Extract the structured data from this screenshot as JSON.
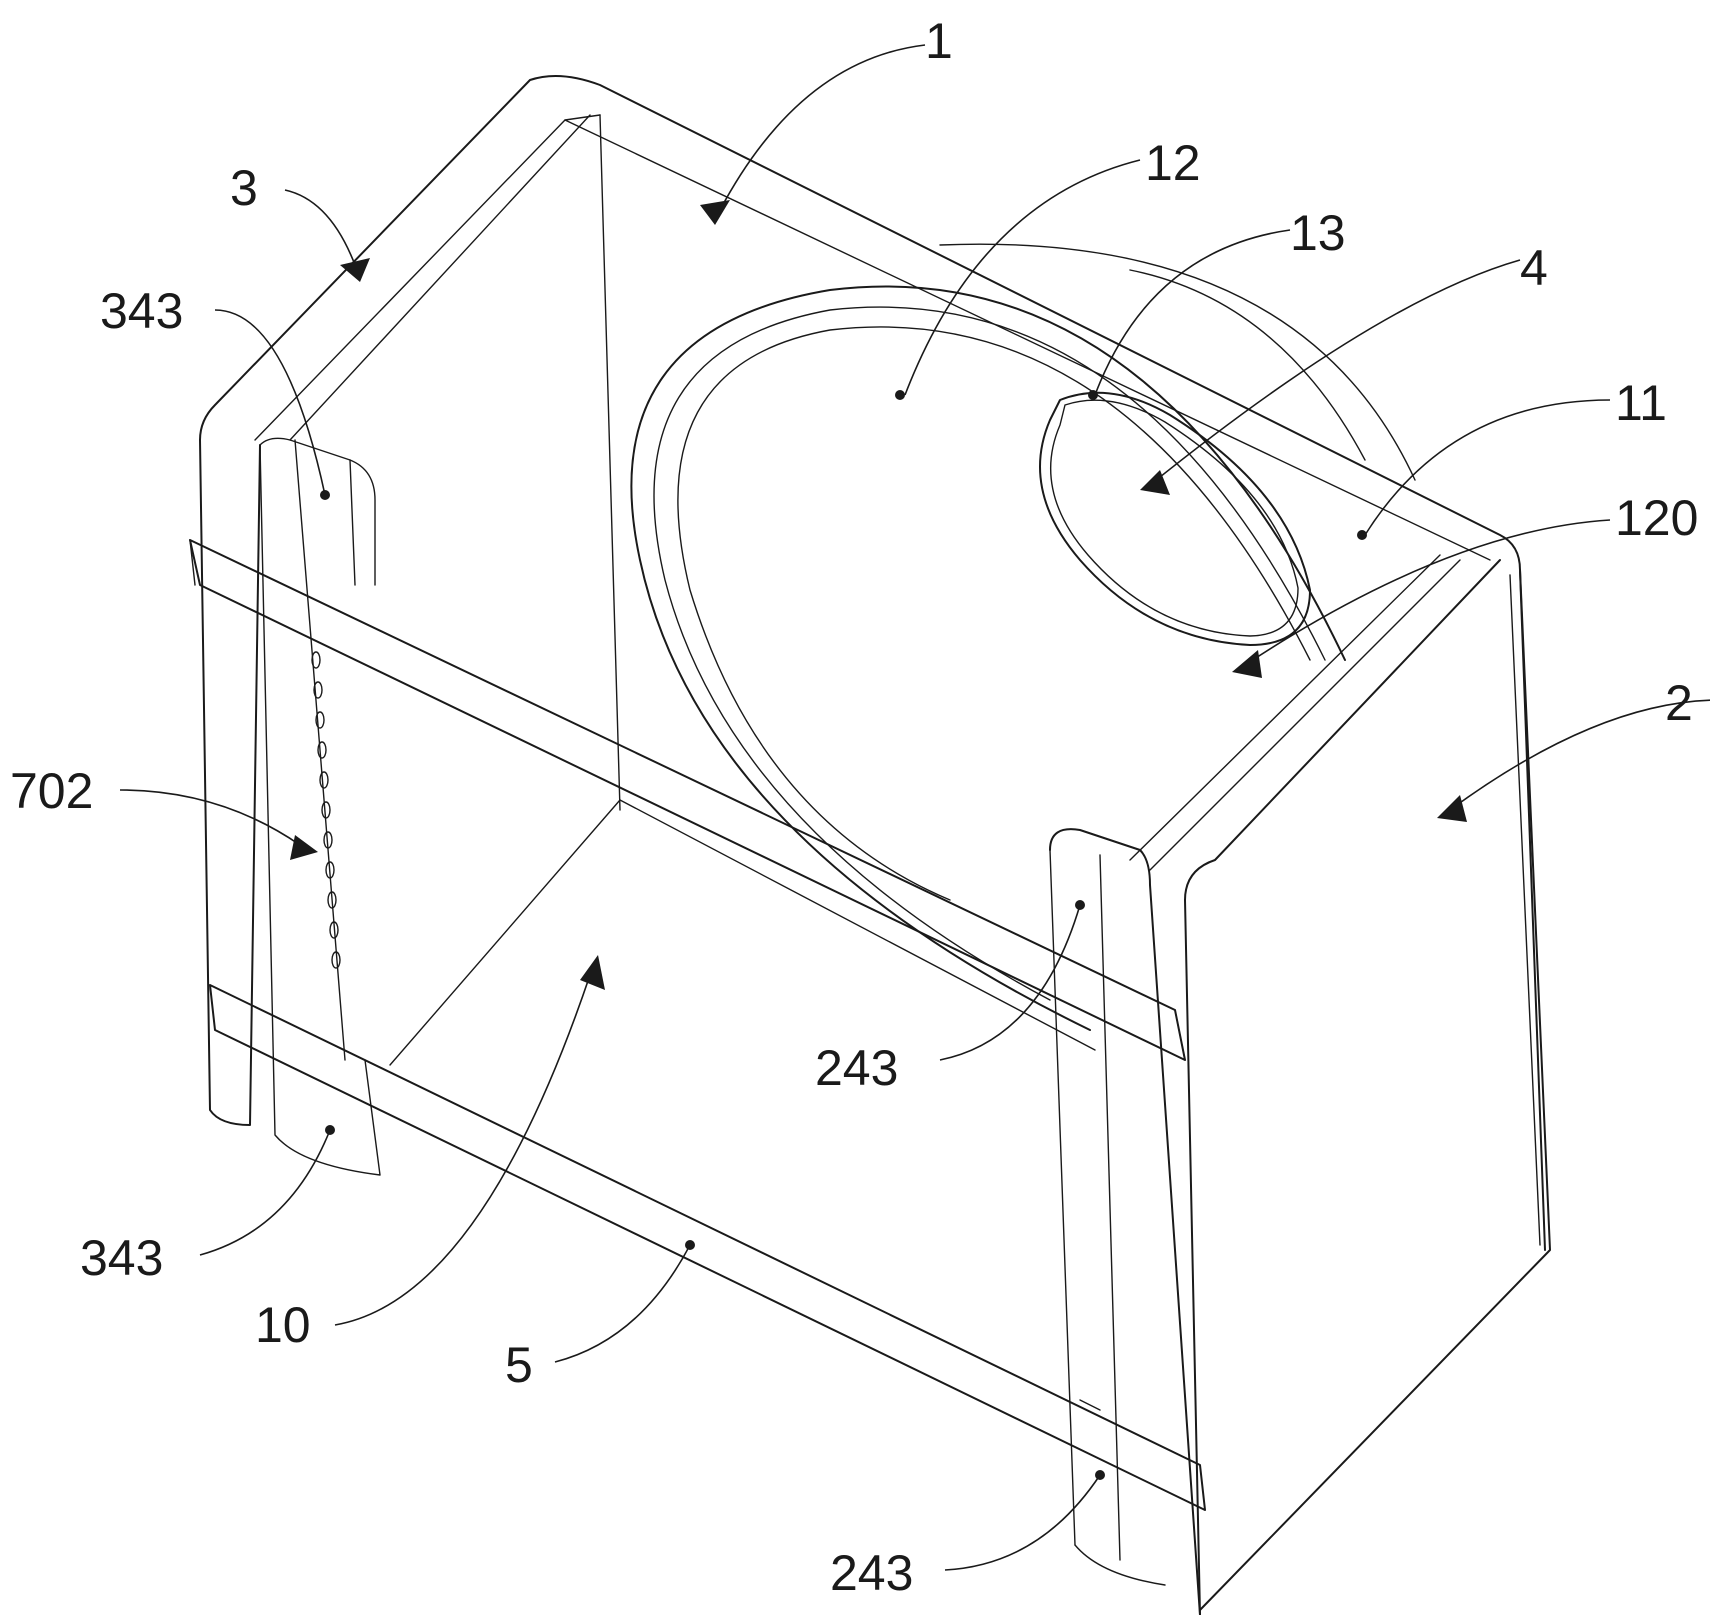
{
  "labels": {
    "l1": "1",
    "l2": "2",
    "l3": "3",
    "l4": "4",
    "l5": "5",
    "l10": "10",
    "l11": "11",
    "l12": "12",
    "l13": "13",
    "l120": "120",
    "l343_top": "343",
    "l343_bottom": "343",
    "l702": "702",
    "l243_mid": "243",
    "l243_bottom": "243"
  }
}
